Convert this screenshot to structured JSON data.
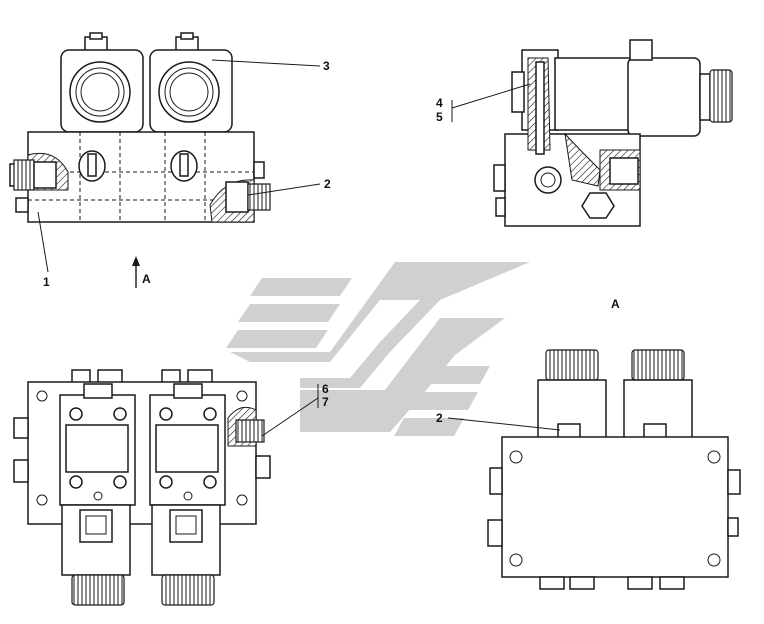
{
  "callouts": {
    "item_1": "1",
    "item_2_top": "2",
    "item_3": "3",
    "item_4": "4",
    "item_5": "5",
    "item_6": "6",
    "item_7": "7",
    "item_2_bottom": "2"
  },
  "view_arrow_label": "A",
  "view_title": "A",
  "colors": {
    "line": "#1a1a1a",
    "watermark": "#c8c8c8",
    "background": "#ffffff"
  }
}
